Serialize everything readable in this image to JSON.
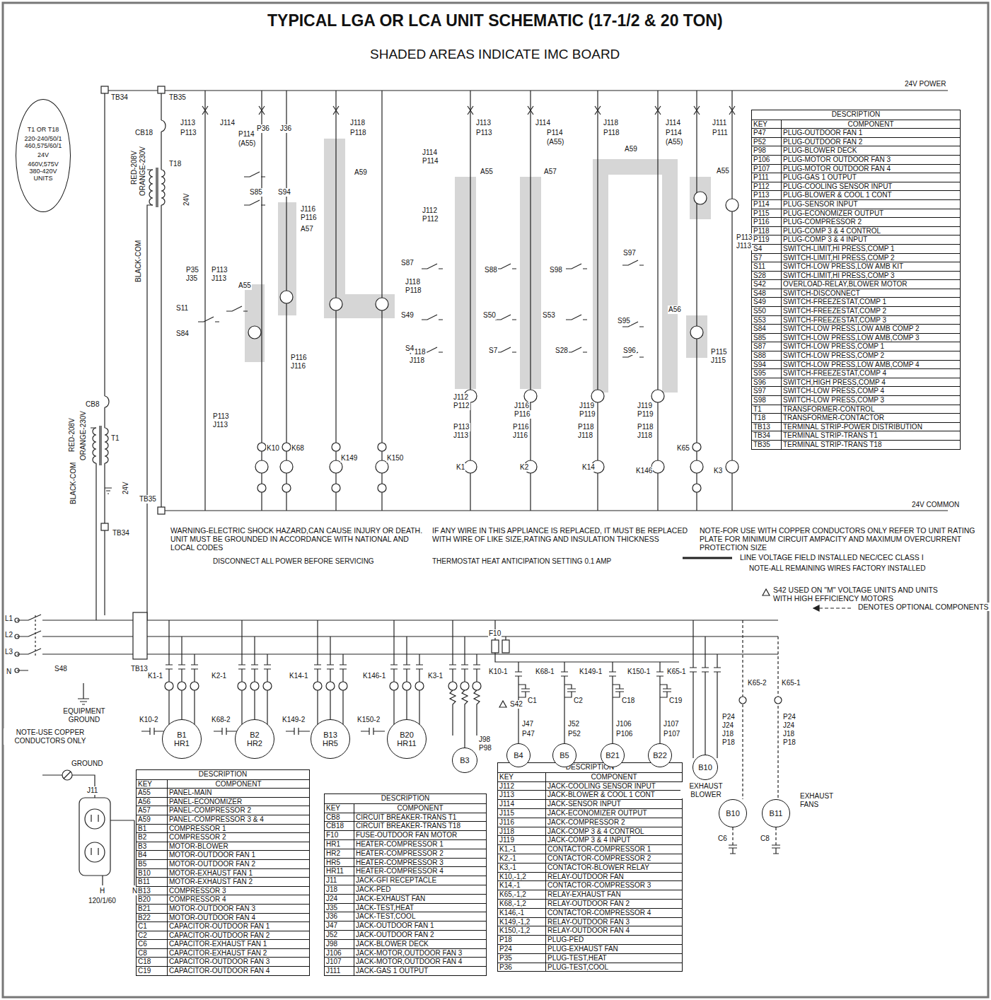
{
  "diagram": {
    "title": "TYPICAL LGA OR LCA UNIT SCHEMATIC (17-1/2 & 20 TON)",
    "nodes": [
      {
        "text": [
          "T1 OR T18",
          "220-240/50/1 460,575/60/1",
          "24V",
          "460V,575V 380-420V UNITS"
        ]
      },
      {
        "text": [
          "B1",
          "HR1"
        ]
      },
      {
        "text": [
          "B2",
          "HR2"
        ]
      },
      {
        "text": [
          "B13",
          "HR5"
        ]
      },
      {
        "text": [
          "B20",
          "HR11"
        ]
      },
      {
        "text": [
          "B3"
        ]
      },
      {
        "text": [
          "B4"
        ]
      },
      {
        "text": [
          "B5"
        ]
      },
      {
        "text": [
          "B21"
        ]
      },
      {
        "text": [
          "B22"
        ]
      },
      {
        "text": [
          "B10"
        ]
      },
      {
        "text": [
          "B10"
        ]
      },
      {
        "text": [
          "B11"
        ]
      }
    ],
    "labels": [
      "DESCRIPTION",
      "KEY",
      "COMPONENT",
      "P47",
      "PLUG-OUTDOOR FAN 1",
      "P52",
      "PLUG-OUTDOOR FAN 2",
      "P98",
      "PLUG-BLOWER DECK",
      "P106",
      "PLUG-MOTOR OUTDOOR FAN 3",
      "P107",
      "PLUG-MOTOR OUTDOOR FAN 4",
      "P111",
      "PLUG-GAS 1 OUTPUT",
      "P112",
      "PLUG-COOLING SENSOR INPUT",
      "P113",
      "PLUG-BLOWER & COOL 1 CONT",
      "P114",
      "PLUG-SENSOR INPUT",
      "P115",
      "PLUG-ECONOMIZER OUTPUT",
      "P116",
      "PLUG-COMPRESSOR 2",
      "P118",
      "PLUG-COMP 3 & 4 CONTROL",
      "P119",
      "PLUG-COMP 3 & 4 INPUT",
      "S4",
      "SWITCH-LIMIT,HI PRESS,COMP 1",
      "S7",
      "SWITCH-LIMIT,HI PRESS,COMP 2",
      "S11",
      "SWITCH-LOW PRESS,LOW AMB KIT",
      "S28",
      "SWITCH-LIMIT,HI PRESS,COMP 3",
      "S42",
      "OVERLOAD-RELAY,BLOWER MOTOR",
      "S48",
      "SWITCH-DISCONNECT",
      "S49",
      "SWITCH-FREEZESTAT,COMP 1",
      "S50",
      "SWITCH-FREEZESTAT,COMP 2",
      "S53",
      "SWITCH-FREEZESTAT,COMP 3",
      "S84",
      "SWITCH-LOW PRESS,LOW AMB COMP 2",
      "S85",
      "SWITCH-LOW PRESS,LOW AMB,COMP 3",
      "S87",
      "SWITCH-LOW PRESS,COMP 1",
      "S88",
      "SWITCH-LOW PRESS,COMP 2",
      "S94",
      "SWITCH-LOW PRESS,LOW AMB,COMP 4",
      "S95",
      "SWITCH-FREEZESTAT,COMP 4",
      "S96",
      "SWITCH,HIGH PRESS,COMP 4",
      "S97",
      "SWITCH-LOW PRESS,COMP 4",
      "S98",
      "SWITCH-LOW PRESS,COMP 3",
      "T1",
      "TRANSFORMER-CONTROL",
      "T18",
      "TRANSFORMER-CONTACTOR",
      "TB13",
      "TERMINAL STRIP-POWER DISTRIBUTION",
      "TB34",
      "TERMINAL STRIP-TRANS T1",
      "TB35",
      "TERMINAL STRIP-TRANS T18",
      "DESCRIPTION",
      "KEY",
      "COMPONENT",
      "A55",
      "PANEL-MAIN",
      "A56",
      "PANEL-ECONOMIZER",
      "A57",
      "PANEL-COMPRESSOR 2",
      "A59",
      "PANEL-COMPRESSOR 3 & 4",
      "B1",
      "COMPRESSOR 1",
      "B2",
      "COMPRESSOR 2",
      "B3",
      "MOTOR-BLOWER",
      "B4",
      "MOTOR-OUTDOOR FAN 1",
      "B5",
      "MOTOR-OUTDOOR FAN 2",
      "B10",
      "MOTOR-EXHAUST FAN 1",
      "B11",
      "MOTOR-EXHAUST FAN 2",
      "B13",
      "COMPRESSOR 3",
      "B20",
      "COMPRESSOR 4",
      "B21",
      "MOTOR-OUTDOOR FAN 3",
      "B22",
      "MOTOR-OUTDOOR FAN 4",
      "C1",
      "CAPACITOR-OUTDOOR FAN 1",
      "C2",
      "CAPACITOR-OUTDOOR FAN 2",
      "C6",
      "CAPACITOR-EXHAUST FAN 1",
      "C8",
      "CAPACITOR-EXHAUST FAN 2",
      "C18",
      "CAPACITOR-OUTDOOR FAN 3",
      "C19",
      "CAPACITOR-OUTDOOR FAN 4",
      "DESCRIPTION",
      "KEY",
      "COMPONENT",
      "CB8",
      "CIRCUIT BREAKER-TRANS T1",
      "CB18",
      "CIRCUIT BREAKER-TRANS T18",
      "F10",
      "FUSE-OUTDOOR FAN MOTOR",
      "HR1",
      "HEATER-COMPRESSOR 1",
      "HR2",
      "HEATER-COMPRESSOR 2",
      "HR5",
      "HEATER-COMPRESSOR 3",
      "HR11",
      "HEATER-COMPRESSOR 4",
      "J11",
      "JACK-GFI RECEPTACLE",
      "J18",
      "JACK-PED",
      "J24",
      "JACK-EXHAUST FAN",
      "J35",
      "JACK-TEST,HEAT",
      "J36",
      "JACK-TEST,COOL",
      "J47",
      "JACK-OUTDOOR FAN 1",
      "J52",
      "JACK-OUTDOOR FAN 2",
      "J98",
      "JACK-BLOWER DECK",
      "J106",
      "JACK-MOTOR,OUTDOOR FAN 3",
      "J107",
      "JACK-MOTOR,OUTDOOR FAN 4",
      "J111",
      "JACK-GAS 1 OUTPUT",
      "DESCRIPTION",
      "KEY",
      "COMPONENT",
      "J112",
      "JACK-COOLING SENSOR INPUT",
      "J113",
      "JACK-BLOWER & COOL 1 CONT",
      "J114",
      "JACK-SENSOR INPUT",
      "J115",
      "JACK-ECONOMIZER OUTPUT",
      "J116",
      "JACK-COMPRESSOR 2",
      "J118",
      "JACK-COMP 3 & 4 CONTROL",
      "J119",
      "JACK-COMP 3 & 4 INPUT",
      "K1,-1",
      "CONTACTOR-COMPRESSOR 1",
      "K2,-1",
      "CONTACTOR-COMPRESSOR 2",
      "K3,-1",
      "CONTACTOR-BLOWER RELAY",
      "K10,-1,2",
      "RELAY-OUTDOOR FAN",
      "K14,-1",
      "CONTACTOR-COMPRESSOR 3",
      "K65,-1,2",
      "RELAY-EXHAUST FAN",
      "K68,-1,2",
      "RELAY-OUTDOOR FAN 2",
      "K146,-1",
      "CONTACTOR-COMPRESSOR 4",
      "K149,-1,2",
      "RELAY-OUTDOOR FAN 3",
      "K150,-1,2",
      "RELAY-OUTDOOR FAN 4",
      "P18",
      "PLUG-PED",
      "P24",
      "PLUG-EXHAUST FAN",
      "P35",
      "PLUG-TEST,HEAT",
      "P36",
      "PLUG-TEST,COOL",
      "SHADED AREAS INDICATE IMC BOARD",
      "24V POWER",
      "TB34",
      "TB35",
      "J113",
      "P113",
      "J114",
      "P114",
      "(A55)",
      "P36",
      "J36",
      "J118",
      "P118",
      "A59",
      "S85",
      "S94",
      "J116",
      "P116",
      "A57",
      "P35",
      "J35",
      "P113",
      "J113",
      "A55",
      "S11",
      "S84",
      "P116",
      "J116",
      "P113",
      "J113",
      "K10",
      "K68",
      "K149",
      "K150",
      "J118",
      "P118",
      "P118",
      "J118",
      "J113",
      "P113",
      "A55",
      "J114",
      "P114",
      "J112",
      "P112",
      "S87",
      "S49",
      "S4",
      "J112",
      "P112",
      "P113",
      "J113",
      "K1",
      "J114",
      "P114",
      "(A55)",
      "A57",
      "S88",
      "S50",
      "S7",
      "J116",
      "P116",
      "P116",
      "J116",
      "K2",
      "J118",
      "P118",
      "A59",
      "S98",
      "S53",
      "S28",
      "J119",
      "P119",
      "P118",
      "J118",
      "K14",
      "S97",
      "S95",
      "S96",
      "J119",
      "P119",
      "P118",
      "J118",
      "K146",
      "J114",
      "P114",
      "(A55)",
      "J111",
      "P111",
      "A55",
      "P113",
      "J113",
      "A56",
      "P115",
      "J115",
      "K65",
      "K3",
      "24V COMMON",
      "CB18",
      "RED-208V",
      "ORANGE-230V",
      "T18",
      "24V",
      "BLACK-COM",
      "CB8",
      "RED-208V",
      "ORANGE-230V",
      "T1",
      "24V",
      "BLACK-COM",
      "TB35",
      "TB34",
      "WARNING-ELECTRIC SHOCK HAZARD,CAN CAUSE INJURY OR DEATH. UNIT MUST BE GROUNDED IN ACCORDANCE WITH NATIONAL AND LOCAL CODES",
      "DISCONNECT ALL POWER BEFORE SERVICING",
      "IF ANY WIRE IN THIS APPLIANCE IS REPLACED, IT MUST BE REPLACED WITH WIRE OF LIKE SIZE,RATING AND INSULATION THICKNESS",
      "THERMOSTAT HEAT ANTICIPATION SETTING 0.1 AMP",
      "NOTE-FOR USE WITH COPPER CONDUCTORS ONLY REFER TO UNIT RATING PLATE FOR MINIMUM CIRCUIT AMPACITY AND MAXIMUM OVERCURRENT PROTECTION SIZE",
      "NOTE-ALL REMAINING WIRES FACTORY INSTALLED",
      "S42 USED ON \"M\" VOLTAGE UNITS AND UNITS WITH HIGH EFFICIENCY MOTORS",
      "L1",
      "L2",
      "L3",
      "N",
      "S48",
      "TB13",
      "F10",
      "K1-1",
      "K2-1",
      "K14-1",
      "K146-1",
      "K3-1",
      "K10-1",
      "K68-1",
      "K149-1",
      "K150-1",
      "K65-1",
      "C1",
      "C2",
      "C18",
      "C19",
      "K10-2",
      "K68-2",
      "K149-2",
      "K150-2",
      "S42",
      "J98",
      "P98",
      "J47",
      "P47",
      "J52",
      "P52",
      "J106",
      "P106",
      "J107",
      "P107",
      "P24",
      "J24",
      "J18",
      "P18",
      "K65-2",
      "K65-1",
      "P24",
      "J24",
      "J18",
      "P18",
      "EXHAUST BLOWER",
      "EXHAUST FANS",
      "C6",
      "C8",
      "EQUIPMENT GROUND",
      "NOTE-USE COPPER CONDUCTORS ONLY",
      "GROUND",
      "J11",
      "H",
      "N",
      "120/1/60"
    ],
    "legend": [
      {
        "text": "LINE VOLTAGE FIELD INSTALLED NEC/CEC CLASS I"
      },
      {
        "text": "DENOTES OPTIONAL COMPONENTS"
      }
    ]
  }
}
